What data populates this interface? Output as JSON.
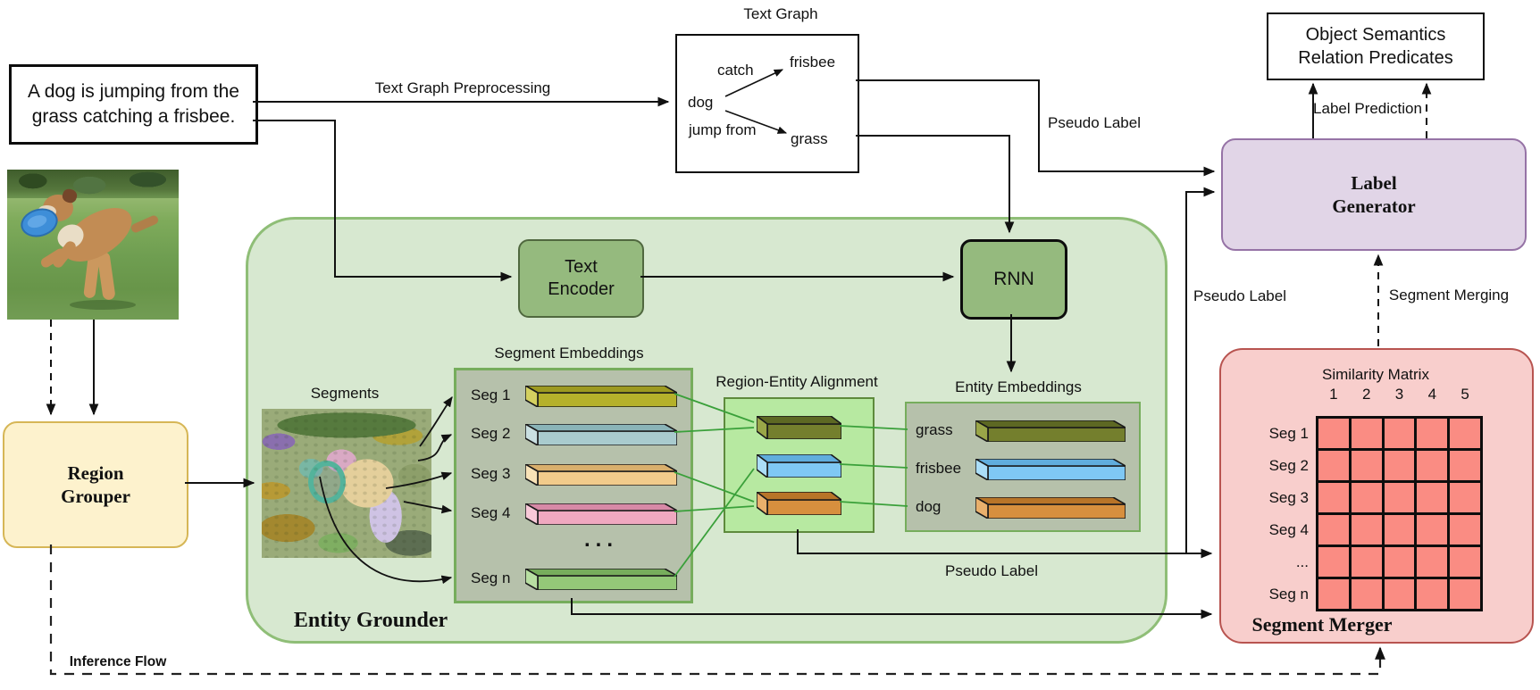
{
  "sentence_box": {
    "line1": "A dog is jumping from the",
    "line2": "grass catching a frisbee."
  },
  "text_graph": {
    "title": "Text Graph",
    "subject": "dog",
    "edge1": "catch",
    "object1": "frisbee",
    "edge2": "jump from",
    "object2": "grass"
  },
  "object_semantics_box": {
    "line1": "Object Semantics",
    "line2": "Relation Predicates"
  },
  "label_generator": {
    "line1": "Label",
    "line2": "Generator"
  },
  "flow_labels": {
    "text_graph_preprocessing": "Text Graph Preprocessing",
    "pseudo_label_top": "Pseudo Label",
    "pseudo_label_mid": "Pseudo Label",
    "pseudo_label_bottom": "Pseudo Label",
    "label_prediction": "Label Prediction",
    "segment_merging": "Segment Merging",
    "inference_flow": "Inference Flow"
  },
  "entity_grounder": {
    "title": "Entity Grounder"
  },
  "text_encoder": {
    "line1": "Text",
    "line2": "Encoder"
  },
  "rnn": {
    "label": "RNN"
  },
  "segments": {
    "title": "Segments"
  },
  "segment_embeddings": {
    "title": "Segment Embeddings",
    "dots": "...",
    "rows": [
      {
        "label": "Seg 1",
        "front": "#b5b12b",
        "top": "#9d9a21",
        "side": "#d4d060"
      },
      {
        "label": "Seg 2",
        "front": "#a9cbce",
        "top": "#8ab4b8",
        "side": "#c9dfe1"
      },
      {
        "label": "Seg 3",
        "front": "#f2cb8b",
        "top": "#d9af6c",
        "side": "#f8e2b7"
      },
      {
        "label": "Seg 4",
        "front": "#f0a8c0",
        "top": "#d789a6",
        "side": "#f8c9d8"
      },
      {
        "label": "Seg n",
        "front": "#94c878",
        "top": "#77ad5c",
        "side": "#b8dfa2"
      }
    ]
  },
  "alignment": {
    "title": "Region-Entity Alignment",
    "bars": [
      {
        "entity": "grass",
        "front": "#747f2d",
        "top": "#5d6823",
        "side": "#9aa648"
      },
      {
        "entity": "frisbee",
        "front": "#7fc8f4",
        "top": "#60addd",
        "side": "#abdef8"
      },
      {
        "entity": "dog",
        "front": "#d78f3e",
        "top": "#b87428",
        "side": "#e9b06c"
      }
    ]
  },
  "entity_embeddings": {
    "title": "Entity Embeddings",
    "rows": [
      {
        "label": "grass",
        "front": "#747f2d",
        "top": "#5d6823",
        "side": "#9aa648"
      },
      {
        "label": "frisbee",
        "front": "#7fc8f4",
        "top": "#60addd",
        "side": "#abdef8"
      },
      {
        "label": "dog",
        "front": "#d78f3e",
        "top": "#b87428",
        "side": "#e9b06c"
      }
    ]
  },
  "region_grouper": {
    "line1": "Region",
    "line2": "Grouper"
  },
  "segment_merger": {
    "title": "Segment Merger",
    "matrix_title": "Similarity Matrix",
    "col_headers": [
      "1",
      "2",
      "3",
      "4",
      "5"
    ],
    "row_labels": [
      "Seg 1",
      "Seg 2",
      "Seg 3",
      "Seg 4",
      "...",
      "Seg n"
    ],
    "cell_color": "#fa8c83",
    "rows": 6,
    "cols": 5
  },
  "colors": {
    "entity_grounder_fill": "#d7e8d0",
    "entity_grounder_stroke": "#8fbe77",
    "region_grouper_fill": "#fdf2cd",
    "region_grouper_stroke": "#d6b656",
    "label_generator_fill": "#e1d5e7",
    "label_generator_stroke": "#9673a6",
    "segment_merger_fill": "#f8cecc",
    "segment_merger_stroke": "#b85450",
    "node_fill": "#95ba7e",
    "inner_box_fill": "#b6c1ab",
    "alignment_fill": "#b7e9a1",
    "connector_green": "#3aa03a"
  }
}
